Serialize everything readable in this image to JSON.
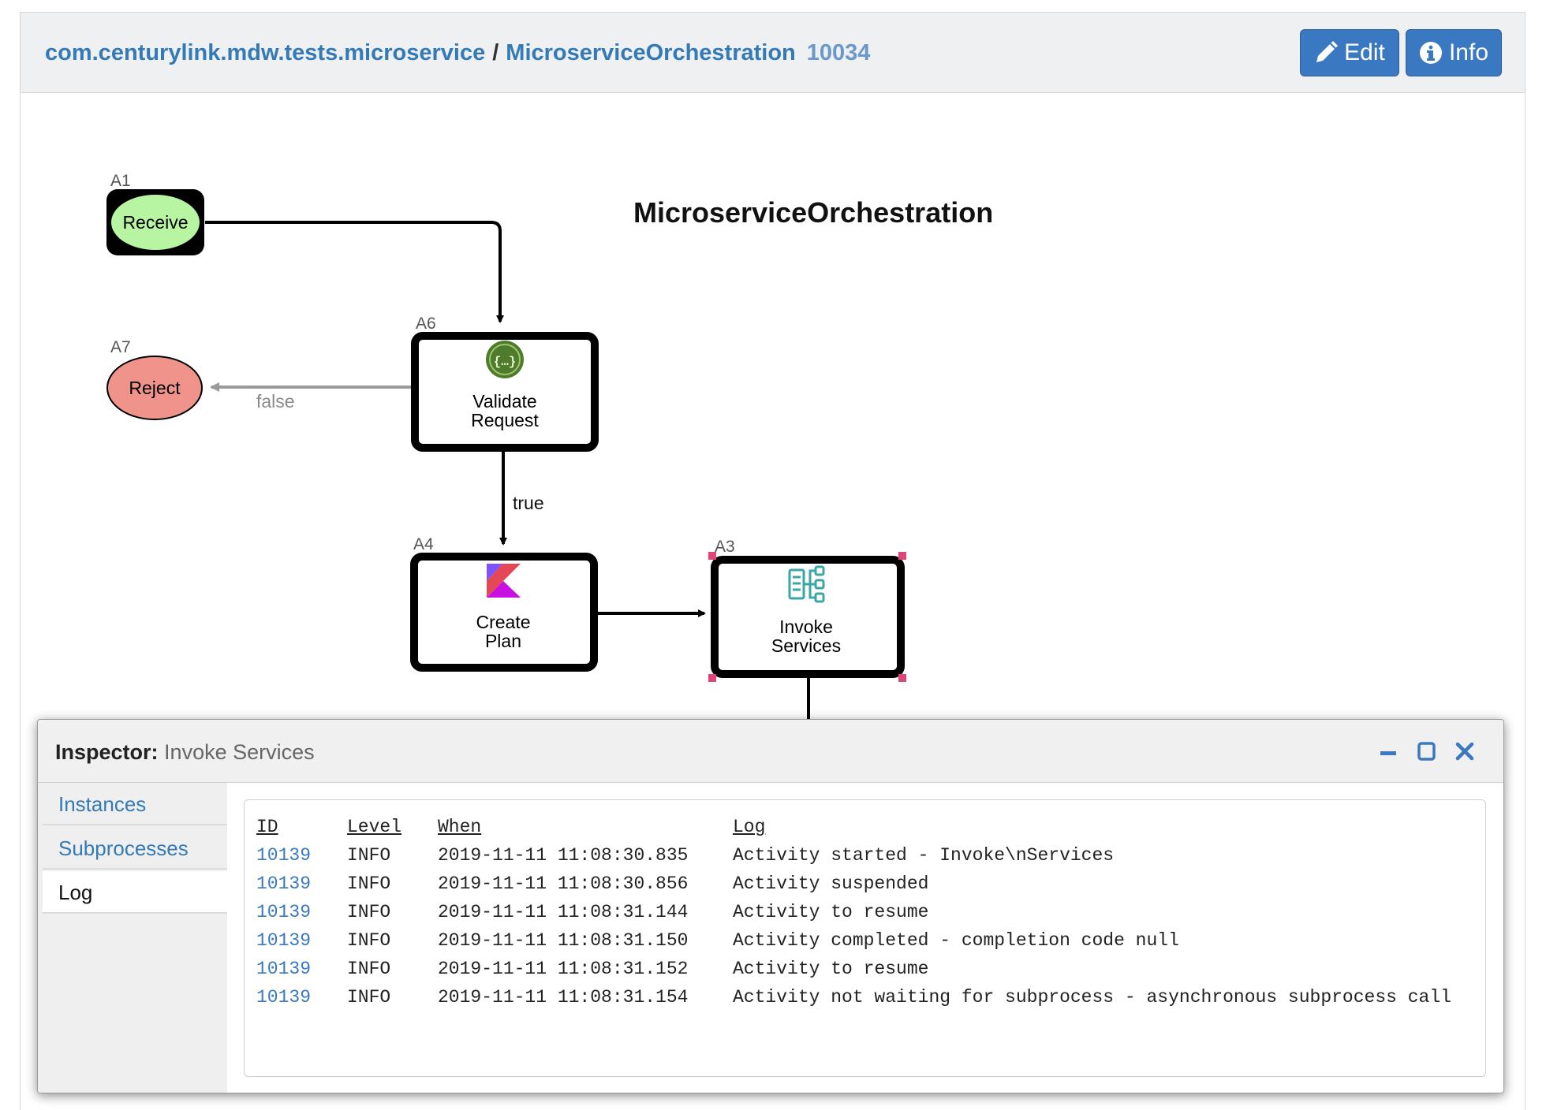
{
  "header": {
    "package": "com.centurylink.mdw.tests.microservice",
    "separator": "/",
    "process": "MicroserviceOrchestration",
    "version": "10034",
    "edit_label": "Edit",
    "info_label": "Info"
  },
  "diagram": {
    "title": "MicroserviceOrchestration",
    "nodes": [
      {
        "id": "A1",
        "label": "Receive"
      },
      {
        "id": "A7",
        "label": "Reject"
      },
      {
        "id": "A6",
        "label_line1": "Validate",
        "label_line2": "Request",
        "icon": "json-validation-icon"
      },
      {
        "id": "A4",
        "label_line1": "Create",
        "label_line2": "Plan",
        "icon": "kotlin-icon"
      },
      {
        "id": "A3",
        "label_line1": "Invoke",
        "label_line2": "Services",
        "icon": "services-orchestration-icon"
      }
    ],
    "links": [
      {
        "label": "false"
      },
      {
        "label": "true"
      }
    ],
    "colors": {
      "start": "#b7f5a3",
      "stop": "#f0938a",
      "selection": "#e0457a",
      "false_link": "#a0a0a0"
    }
  },
  "inspector": {
    "title_label": "Inspector:",
    "title_value": "Invoke Services",
    "tabs": [
      "Instances",
      "Subprocesses",
      "Log"
    ],
    "active_tab": "Log",
    "log": {
      "columns": [
        "ID",
        "Level",
        "When",
        "Log"
      ],
      "rows": [
        [
          "10139",
          "INFO",
          "2019-11-11 11:08:30.835",
          "Activity started - Invoke\\nServices"
        ],
        [
          "10139",
          "INFO",
          "2019-11-11 11:08:30.856",
          "Activity suspended"
        ],
        [
          "10139",
          "INFO",
          "2019-11-11 11:08:31.144",
          "Activity to resume"
        ],
        [
          "10139",
          "INFO",
          "2019-11-11 11:08:31.150",
          "Activity completed - completion code null"
        ],
        [
          "10139",
          "INFO",
          "2019-11-11 11:08:31.152",
          "Activity to resume"
        ],
        [
          "10139",
          "INFO",
          "2019-11-11 11:08:31.154",
          "Activity not waiting for subprocess - asynchronous subprocess call"
        ]
      ]
    }
  }
}
